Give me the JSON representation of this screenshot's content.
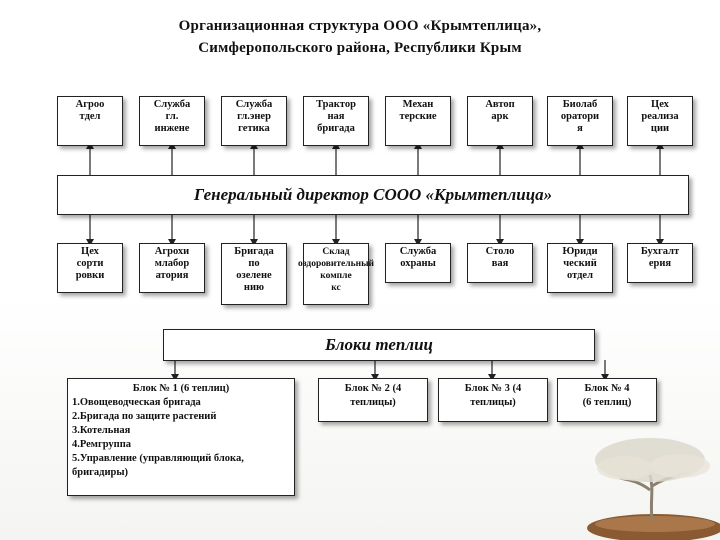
{
  "title": {
    "line1": "Организационная структура ООО «Крымтеплица»,",
    "line2": "Симферопольского района, Республики Крым"
  },
  "top_row": [
    "Агроо\nтдел",
    "Служба\nгл.\nинжене",
    "Служба\nгл.энер\nгетика",
    "Трактор\nная\nбригада",
    "Механ\nтерские",
    "Автоп\nарк",
    "Биолаб\nоратори\nя",
    "Цех\nреализа\nции"
  ],
  "director": "Генеральный директор СООО «Крымтеплица»",
  "bottom_row": [
    "Цех\nсорти\nровки",
    "Агрохи\nмлабор\nатория",
    "Бригада\nпо\nозелене\nнию",
    "Склад\nоздоровительный\nкомпле\nкс",
    "Служба\nохраны",
    "Столо\nвая",
    "Юриди\nческий\nотдел",
    "Бухгалт\nерия"
  ],
  "blocks_label": "Блоки теплиц",
  "block1": {
    "heading": "Блок № 1 (6 теплиц)",
    "items": [
      "1.Овощеводческая бригада",
      "2.Бригада по защите растений",
      "3.Котельная",
      "4.Ремгруппа",
      "5.Управление (управляющий блока, бригадиры)"
    ]
  },
  "block2": {
    "line1": "Блок № 2 (4",
    "line2": "теплицы)"
  },
  "block3": {
    "line1": "Блок № 3 (4",
    "line2": "теплицы)"
  },
  "block4": {
    "line1": "Блок № 4",
    "line2": "(6 теплиц)"
  }
}
